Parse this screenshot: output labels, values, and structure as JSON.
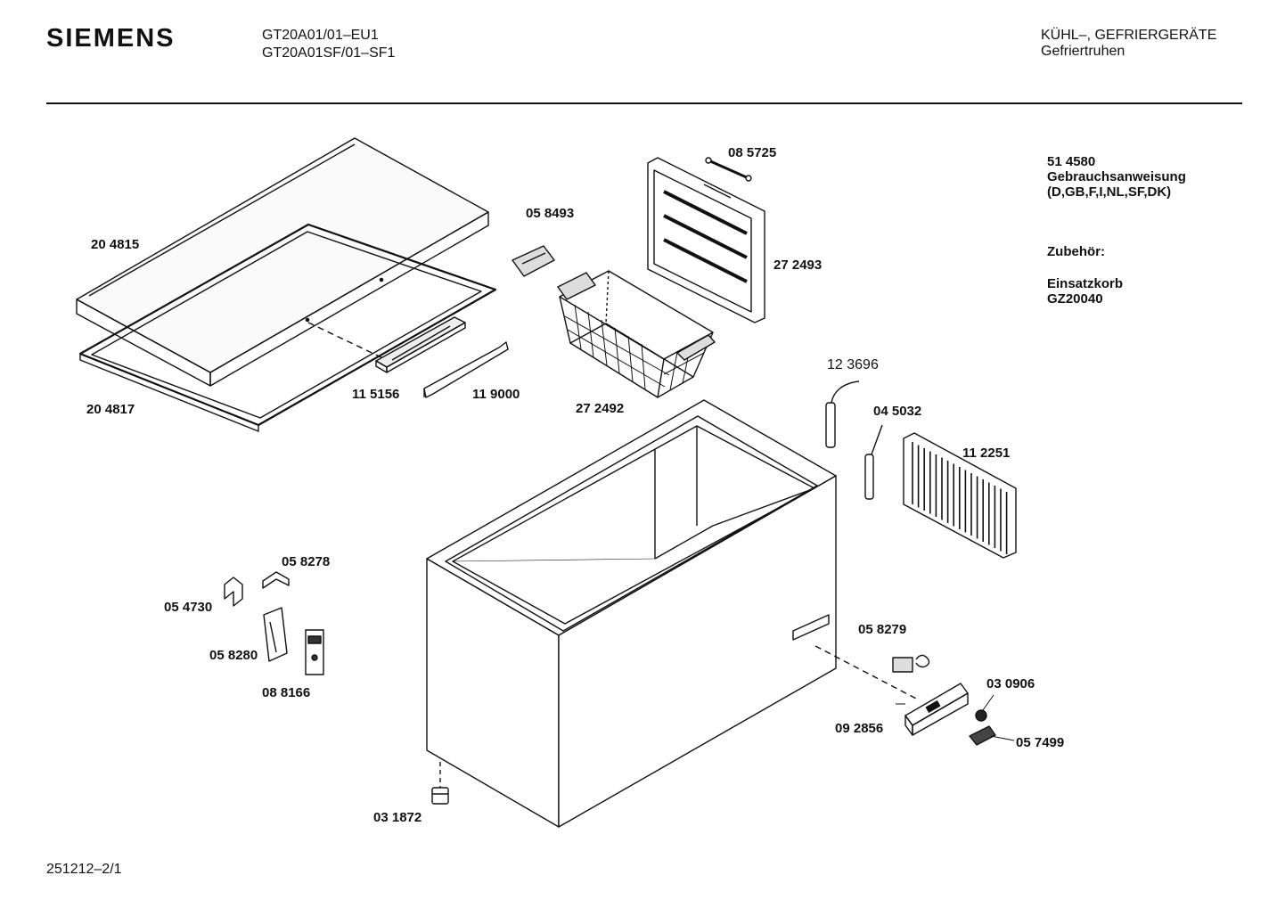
{
  "header": {
    "brand": "SIEMENS",
    "model_1": "GT20A01/01–EU1",
    "model_2": "GT20A01SF/01–SF1",
    "category": "KÜHL–, GEFRIERGERÄTE",
    "subcategory": "Gefriertruhen"
  },
  "parts": [
    {
      "id": "lid",
      "number": "20 4815"
    },
    {
      "id": "lid-gasket",
      "number": "20 4817"
    },
    {
      "id": "handle",
      "number": "11 5156"
    },
    {
      "id": "handle-cover",
      "number": "11 9000"
    },
    {
      "id": "hinge-cover",
      "number": "05 8493"
    },
    {
      "id": "basket",
      "number": "27 2492"
    },
    {
      "id": "divider-pin",
      "number": "08 5725"
    },
    {
      "id": "divider-grille",
      "number": "27 2493"
    },
    {
      "id": "sensor",
      "number": "12 3696"
    },
    {
      "id": "filter-drier",
      "number": "04 5032"
    },
    {
      "id": "back-grille",
      "number": "11 2251"
    },
    {
      "id": "bracket-cap",
      "number": "05 8278"
    },
    {
      "id": "clip",
      "number": "05 4730"
    },
    {
      "id": "hinge-plate",
      "number": "05 8280"
    },
    {
      "id": "hinge",
      "number": "08 8166"
    },
    {
      "id": "thermostat",
      "number": "05 8279"
    },
    {
      "id": "knob",
      "number": "03 0906"
    },
    {
      "id": "control-panel",
      "number": "09 2856"
    },
    {
      "id": "lamp",
      "number": "05 7499"
    },
    {
      "id": "foot",
      "number": "03 1872"
    }
  ],
  "sidebar": {
    "manual_number": "51 4580",
    "manual_title": "Gebrauchsanweisung",
    "manual_langs": "(D,GB,F,I,NL,SF,DK)",
    "accessories_heading": "Zubehör:",
    "accessory_name": "Einsatzkorb",
    "accessory_code": "GZ20040"
  },
  "footer": {
    "code": "251212–2/1"
  }
}
